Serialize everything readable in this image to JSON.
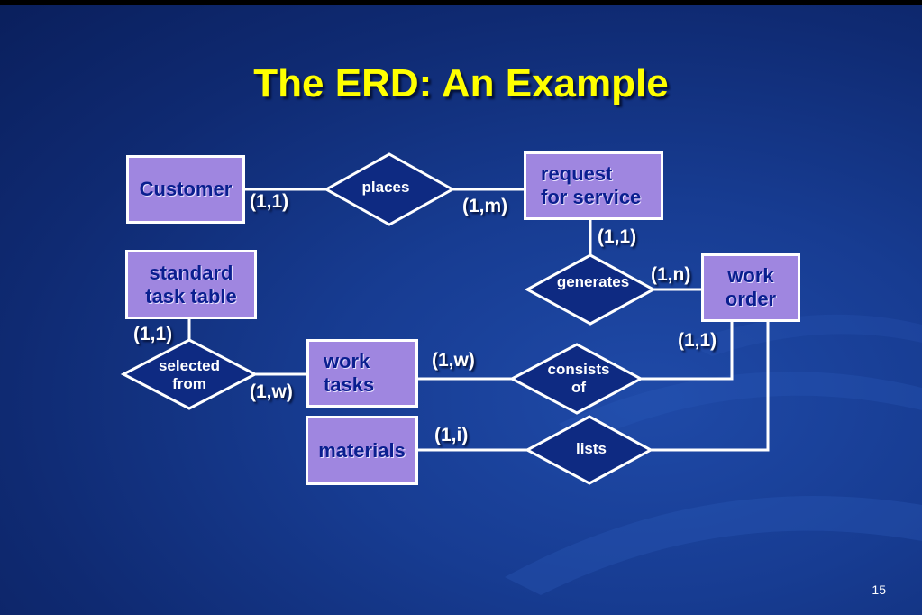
{
  "title": "The ERD: An Example",
  "page_number": "15",
  "entities": {
    "customer": "Customer",
    "request_for_service": "request\nfor service",
    "standard_task_table": "standard\ntask table",
    "work_order": "work\norder",
    "work_tasks": "work\ntasks",
    "materials": "materials"
  },
  "relationships": {
    "places": "places",
    "generates": "generates",
    "selected_from": "selected\nfrom",
    "consists_of": "consists\nof",
    "lists": "lists"
  },
  "cardinalities": {
    "customer_places": "(1,1)",
    "places_request": "(1,m)",
    "request_generates": "(1,1)",
    "generates_work_order": "(1,n)",
    "standard_selected": "(1,1)",
    "selected_work_tasks": "(1,w)",
    "work_tasks_consists": "(1,w)",
    "work_order_consists": "(1,1)",
    "materials_lists": "(1,i)"
  },
  "colors": {
    "title": "#ffff00",
    "entity_fill": "#9f86e0",
    "entity_text": "#0a1f8f",
    "relationship_fill": "#0e2a82",
    "line": "#ffffff"
  }
}
